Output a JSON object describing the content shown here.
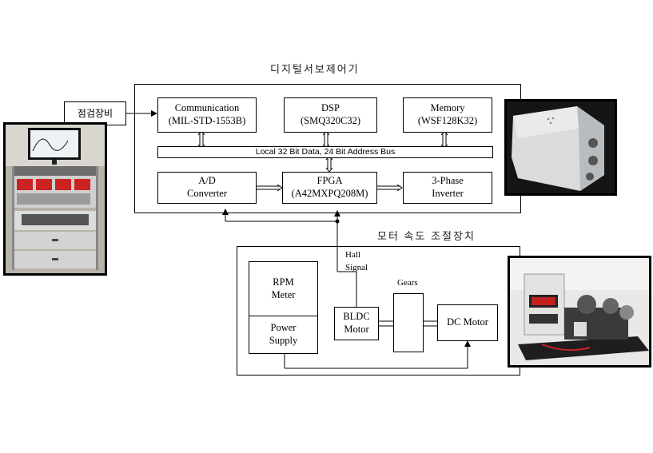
{
  "top_title": "디지털서보제어기",
  "bottom_title": "모터 속도 조절장치",
  "inspection_label": "점검장비",
  "blocks": {
    "communication": [
      "Communication",
      "(MIL-STD-1553B)"
    ],
    "dsp": [
      "DSP",
      "(SMQ320C32)"
    ],
    "memory": [
      "Memory",
      "(WSF128K32)"
    ],
    "bus": "Local 32 Bit Data, 24 Bit Address Bus",
    "adc": [
      "A/D",
      "Converter"
    ],
    "fpga": [
      "FPGA",
      "(A42MXPQ208M)"
    ],
    "inverter": [
      "3-Phase",
      "Inverter"
    ],
    "rpm_meter": [
      "RPM",
      "Meter"
    ],
    "power_supply": [
      "Power",
      "Supply"
    ],
    "bldc": [
      "BLDC",
      "Motor"
    ],
    "dc_motor": "DC Motor"
  },
  "hall_signal": [
    "Hall",
    "Signal"
  ],
  "gears_label": "Gears",
  "colors": {
    "line": "#000000",
    "background": "#ffffff"
  }
}
